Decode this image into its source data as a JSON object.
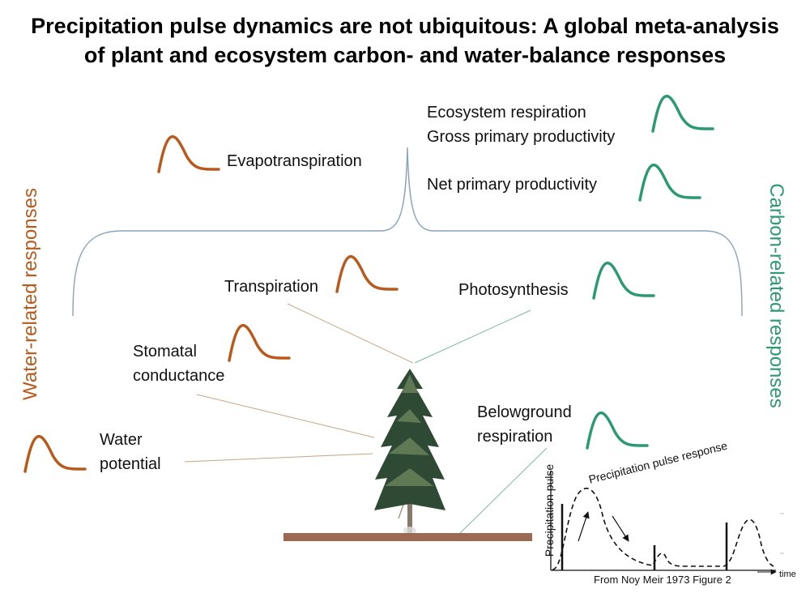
{
  "title": {
    "line1": "Precipitation pulse dynamics are not ubiquitous: A global meta-analysis",
    "line2": "of plant and ecosystem carbon- and water-balance responses"
  },
  "side_labels": {
    "water": "Water-related responses",
    "carbon": "Carbon-related responses"
  },
  "labels": {
    "evapotranspiration": "Evapotranspiration",
    "ecosystem_respiration": "Ecosystem respiration",
    "gross_primary_productivity": "Gross primary productivity",
    "net_primary_productivity": "Net primary productivity",
    "transpiration": "Transpiration",
    "photosynthesis": "Photosynthesis",
    "stomatal_conductance_1": "Stomatal",
    "stomatal_conductance_2": "conductance",
    "water_potential_1": "Water",
    "water_potential_2": "potential",
    "belowground_respiration_1": "Belowground",
    "belowground_respiration_2": "respiration"
  },
  "inset": {
    "pulse_response_label": "Precipitation pulse response",
    "y_label": "Precipitation pulse",
    "x_label": "time",
    "caption": "From Noy Meir 1973 Figure 2"
  },
  "colors": {
    "water": "#b85a1c",
    "carbon": "#2b9a72",
    "bracket": "#8aa4ba",
    "leader": "#c4a585",
    "leader_green": "#7fb79f",
    "ground": "#9a6a55",
    "tree_dark": "#2f4a34",
    "tree_light": "#6f8a5f"
  }
}
